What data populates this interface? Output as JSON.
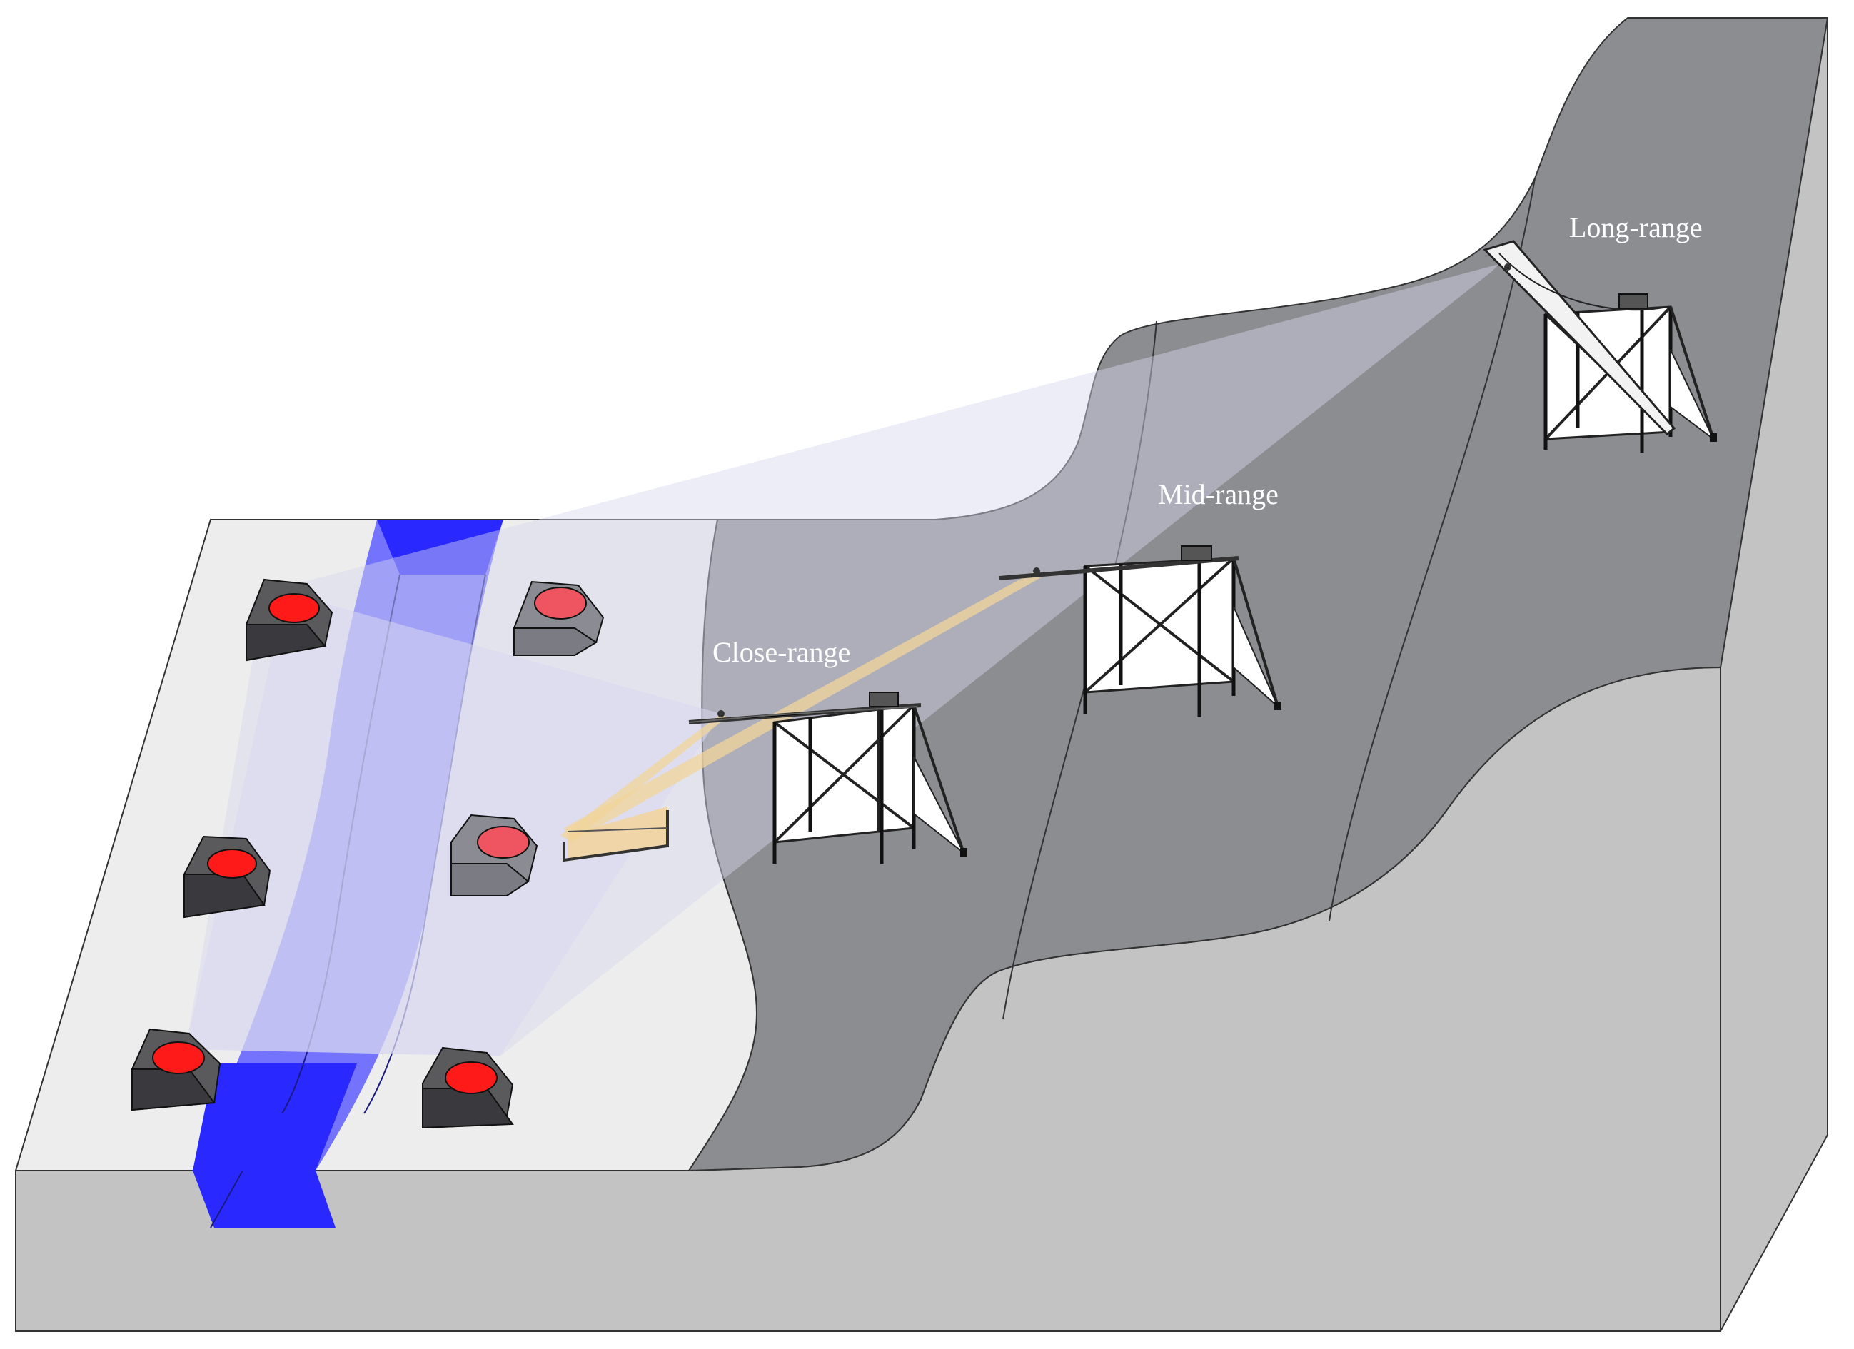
{
  "labels": {
    "close": "Close-range",
    "mid": "Mid-range",
    "long": "Long-range"
  },
  "colors": {
    "floodplain": "#ededed",
    "slope": "#8c8d91",
    "cliff_face": "#c3c3c3",
    "channel": "#2929ff",
    "channel_translucent": "#6d6dff",
    "boulder_dark": "#5a5a5d",
    "boulder_light": "#8a8b93",
    "target": "#ff1a1a",
    "target_soft": "#ee5560",
    "fov_blue": "#d8d8f0",
    "fov_orange": "#f2d49a"
  },
  "icons": {
    "scaffold": "scaffold-tower-icon",
    "camera": "camera-icon",
    "boulder": "boulder-target-icon"
  }
}
